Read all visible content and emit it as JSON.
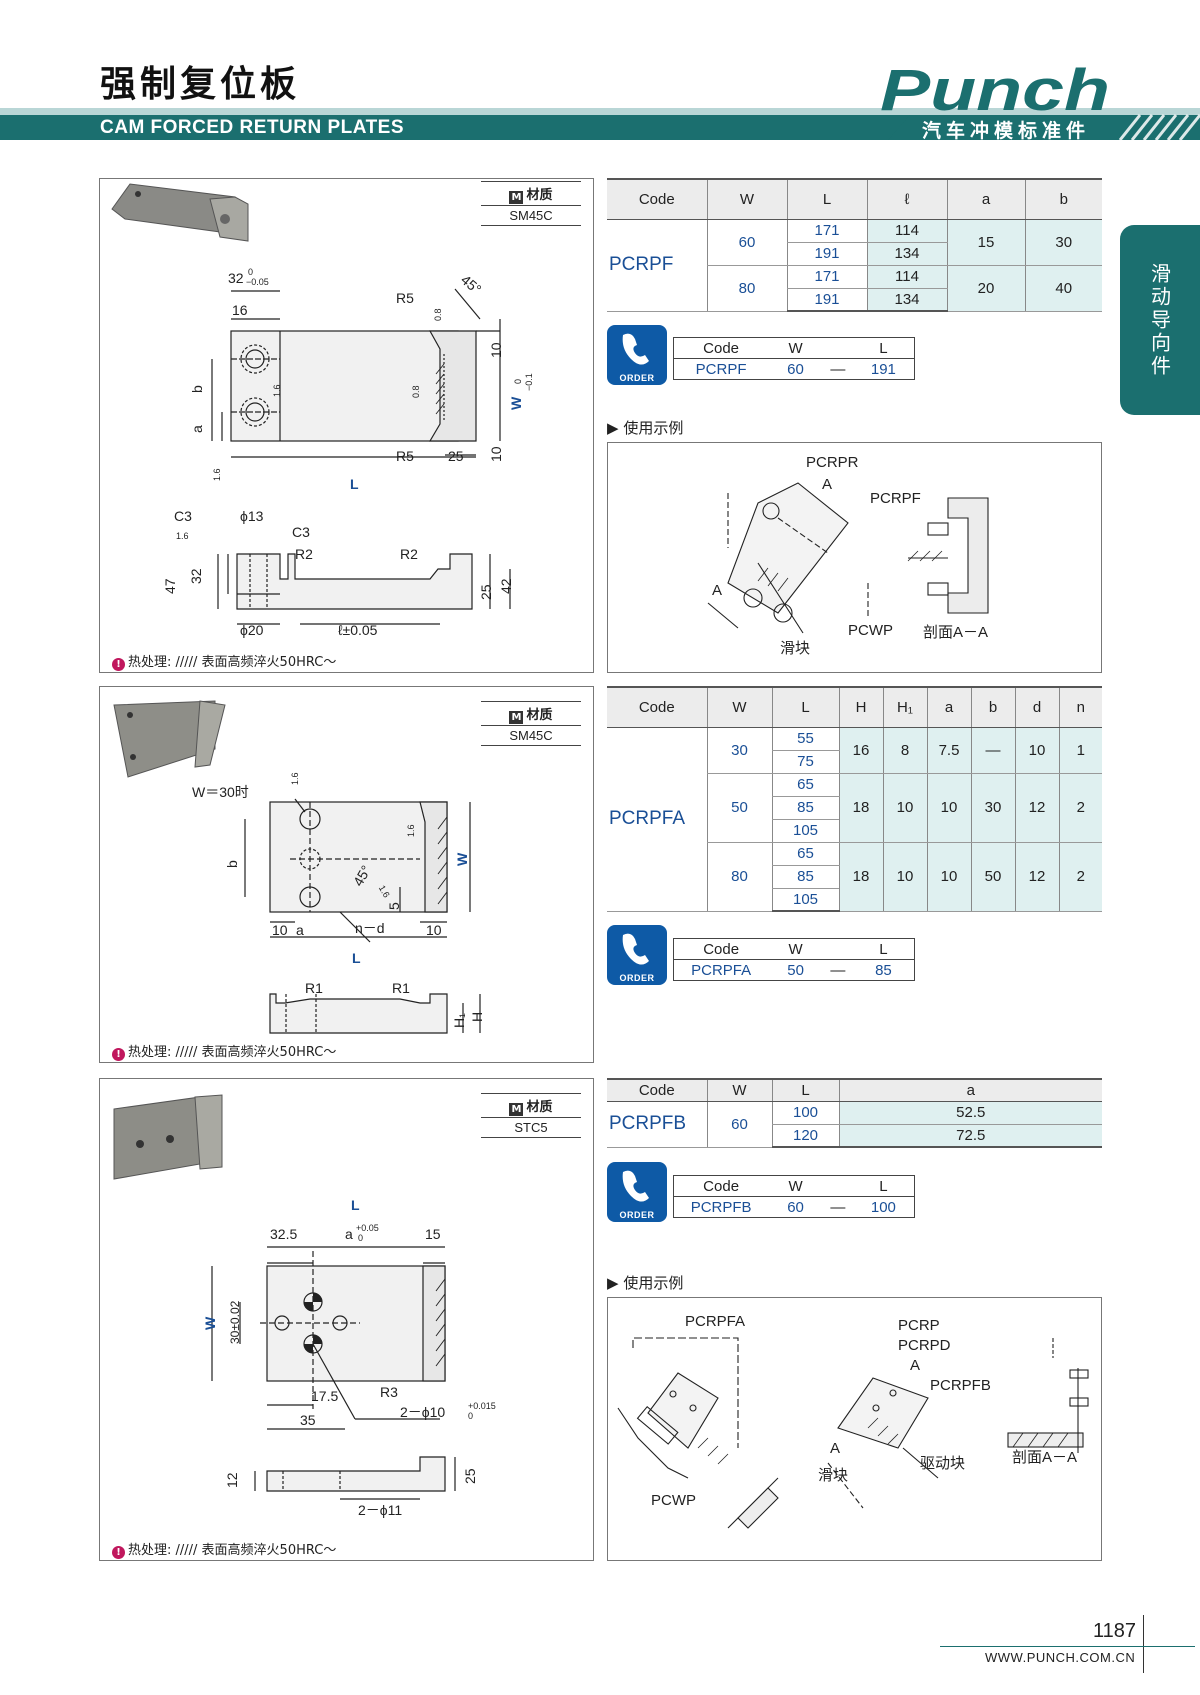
{
  "header": {
    "title_cn": "强制复位板",
    "title_en": "CAM FORCED RETURN PLATES",
    "logo_text": "Punch",
    "logo_sub": "汽车冲模标准件"
  },
  "side_tab": "滑动导向件",
  "material_label": "材质",
  "heat_treatment": "热处理: ///// 表面高频淬火50HRC～",
  "usage_label": "使用示例",
  "order_label": "ORDER",
  "sections": [
    {
      "material": "SM45C",
      "headers": [
        "Code",
        "W",
        "L",
        "ℓ",
        "a",
        "b"
      ],
      "code": "PCRPF",
      "rows": [
        {
          "W": "60",
          "L": [
            "171",
            "191"
          ],
          "l": [
            "114",
            "134"
          ],
          "a": "15",
          "b": "30"
        },
        {
          "W": "80",
          "L": [
            "171",
            "191"
          ],
          "l": [
            "114",
            "134"
          ],
          "a": "20",
          "b": "40"
        }
      ],
      "order": {
        "headers": [
          "Code",
          "W",
          "L"
        ],
        "code": "PCRPF",
        "W": "60",
        "dash": "—",
        "L": "191"
      },
      "dims": {
        "top_w": "32",
        "top_w_tol": "0",
        "top_w_tol2": "−0.05",
        "d16": "16",
        "r5a": "R5",
        "ang": "45°",
        "r08": "0.8",
        "d10a": "10",
        "wtol": "W",
        "wtol_a": "0",
        "wtol_b": "−0.1",
        "b": "b",
        "a": "a",
        "r5b": "R5",
        "d25": "25",
        "d10b": "10",
        "L": "L",
        "f16": "1.6",
        "c3a": "C3",
        "phi13": "ϕ13",
        "c3b": "C3",
        "r2a": "R2",
        "r2b": "R2",
        "d47": "47",
        "d32": "32",
        "d25b": "25",
        "d42": "42",
        "phi20": "ϕ20",
        "ltol": "ℓ±0.05"
      },
      "usage_labels": [
        "PCRPR",
        "A",
        "PCRPF",
        "A",
        "PCWP",
        "滑块",
        "剖面A－A"
      ]
    },
    {
      "material": "SM45C",
      "headers": [
        "Code",
        "W",
        "L",
        "H",
        "H₁",
        "a",
        "b",
        "d",
        "n"
      ],
      "code": "PCRPFA",
      "rows": [
        {
          "W": "30",
          "L": [
            "55",
            "75"
          ],
          "H": "16",
          "H1": "8",
          "a": "7.5",
          "b": "—",
          "d": "10",
          "n": "1"
        },
        {
          "W": "50",
          "L": [
            "65",
            "85",
            "105"
          ],
          "H": "18",
          "H1": "10",
          "a": "10",
          "b": "30",
          "d": "12",
          "n": "2"
        },
        {
          "W": "80",
          "L": [
            "65",
            "85",
            "105"
          ],
          "H": "18",
          "H1": "10",
          "a": "10",
          "b": "50",
          "d": "12",
          "n": "2"
        }
      ],
      "order": {
        "headers": [
          "Code",
          "W",
          "L"
        ],
        "code": "PCRPFA",
        "W": "50",
        "dash": "—",
        "L": "85"
      },
      "dims": {
        "w30": "W＝30时",
        "f16": "1.6",
        "b": "b",
        "W": "W",
        "ang": "45°",
        "d5": "5",
        "d10a": "10",
        "a": "a",
        "nd": "n－d",
        "d10b": "10",
        "L": "L",
        "r1a": "R1",
        "r1b": "R1",
        "H1": "H₁",
        "H": "H"
      }
    },
    {
      "material": "STC5",
      "headers": [
        "Code",
        "W",
        "L",
        "a"
      ],
      "code": "PCRPFB",
      "rows": [
        {
          "W": "60",
          "L": [
            "100",
            "120"
          ],
          "a": [
            "52.5",
            "72.5"
          ]
        }
      ],
      "order": {
        "headers": [
          "Code",
          "W",
          "L"
        ],
        "code": "PCRPFB",
        "W": "60",
        "dash": "—",
        "L": "100"
      },
      "dims": {
        "L": "L",
        "d325": "32.5",
        "atol": "a",
        "atol_a": "+0.05",
        "atol_b": "0",
        "d15": "15",
        "W": "W",
        "d30": "30±0.02",
        "d175": "17.5",
        "r3": "R3",
        "d35": "35",
        "holes": "2－ϕ10",
        "holes_a": "+0.015",
        "holes_b": "0",
        "d12": "12",
        "d25": "25",
        "holes11": "2－ϕ11"
      },
      "usage_labels": [
        "PCRPFA",
        "PCRP",
        "PCRPD",
        "A",
        "PCRPFB",
        "A",
        "滑块",
        "驱动块",
        "剖面A－A",
        "PCWP"
      ]
    }
  ],
  "footer": {
    "page": "1187",
    "url": "WWW.PUNCH.COM.CN"
  }
}
